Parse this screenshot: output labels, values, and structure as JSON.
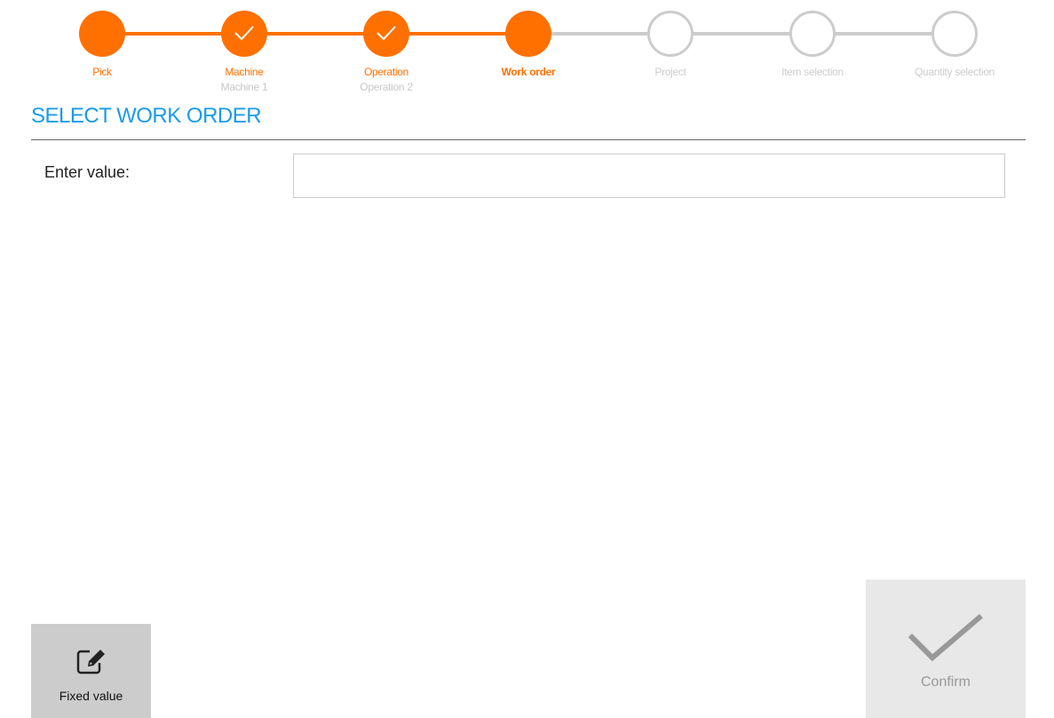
{
  "stepper": {
    "steps": [
      {
        "label": "Pick",
        "sub": "",
        "state": "done-current-style"
      },
      {
        "label": "Machine",
        "sub": "Machine 1",
        "state": "done"
      },
      {
        "label": "Operation",
        "sub": "Operation 2",
        "state": "done"
      },
      {
        "label": "Work order",
        "sub": "",
        "state": "current"
      },
      {
        "label": "Project",
        "sub": "",
        "state": "pending"
      },
      {
        "label": "Item selection",
        "sub": "",
        "state": "pending"
      },
      {
        "label": "Quantity selection",
        "sub": "",
        "state": "pending"
      }
    ]
  },
  "page": {
    "title": "SELECT WORK ORDER",
    "field_label": "Enter value:",
    "field_value": ""
  },
  "buttons": {
    "fixed_value": "Fixed value",
    "confirm": "Confirm"
  },
  "colors": {
    "accent": "#ff7000",
    "title": "#1a9be8",
    "pending": "#cccccc"
  }
}
